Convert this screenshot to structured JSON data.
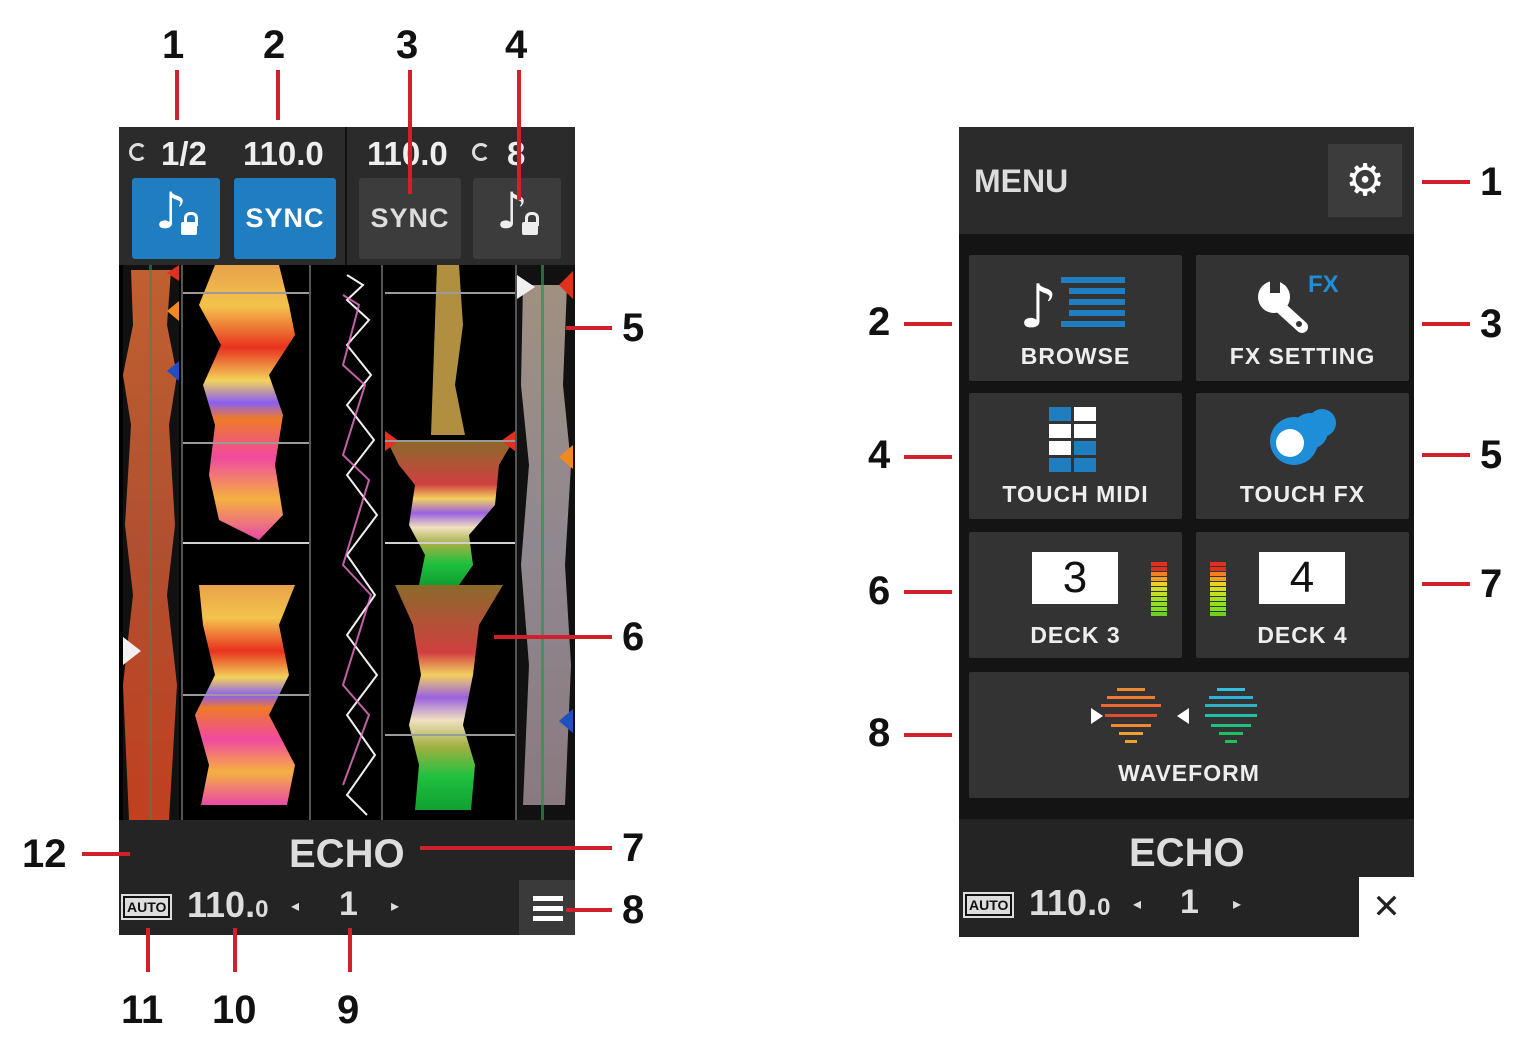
{
  "left_panel": {
    "top": {
      "beat_jump": "1/2",
      "bpm_left": "110.0",
      "bpm_right": "110.0",
      "beat_jump_right": "8",
      "sync_left": "SYNC",
      "sync_right": "SYNC"
    },
    "bottom": {
      "fx_name": "ECHO",
      "auto_label": "AUTO",
      "bpm_main": "110.",
      "bpm_decimal": "0",
      "beat_value": "1"
    },
    "callouts": [
      "1",
      "2",
      "3",
      "4",
      "5",
      "6",
      "7",
      "8",
      "9",
      "10",
      "11",
      "12"
    ]
  },
  "right_panel": {
    "menu_title": "MENU",
    "tiles": {
      "browse": "BROWSE",
      "fx_setting": "FX SETTING",
      "fx_tag": "FX",
      "touch_midi": "TOUCH MIDI",
      "touch_fx": "TOUCH FX",
      "deck3_num": "3",
      "deck3_label": "DECK 3",
      "deck4_num": "4",
      "deck4_label": "DECK 4",
      "waveform": "WAVEFORM"
    },
    "bottom": {
      "fx_name": "ECHO",
      "auto_label": "AUTO",
      "bpm_main": "110.",
      "bpm_decimal": "0",
      "beat_value": "1"
    },
    "callouts": [
      "1",
      "2",
      "3",
      "4",
      "5",
      "6",
      "7",
      "8"
    ]
  },
  "colors": {
    "accent_blue": "#1f7dc0",
    "callout_red": "#d0202a",
    "panel_dark": "#2b2b2b"
  },
  "icons": [
    "loop-icon",
    "note-lock-icon",
    "menu-icon",
    "gear-icon",
    "browse-icon",
    "fx-wrench-icon",
    "touch-midi-icon",
    "touch-fx-icon",
    "level-meter-icon",
    "waveform-icon",
    "close-icon",
    "arrow-left-icon",
    "arrow-right-icon"
  ]
}
